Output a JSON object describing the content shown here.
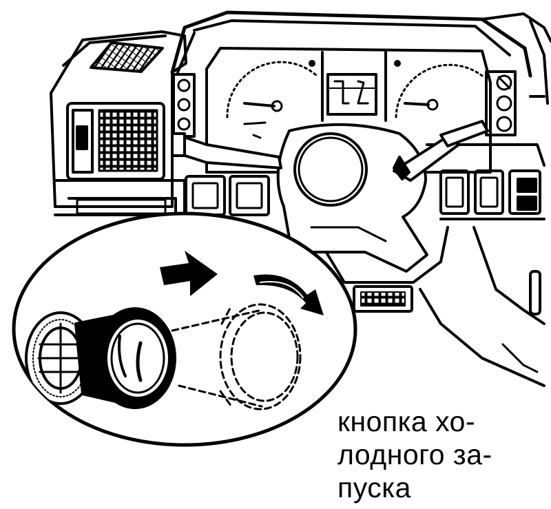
{
  "caption": {
    "lines": [
      "кнопка хо-",
      "лодного за-",
      "пуска"
    ]
  }
}
